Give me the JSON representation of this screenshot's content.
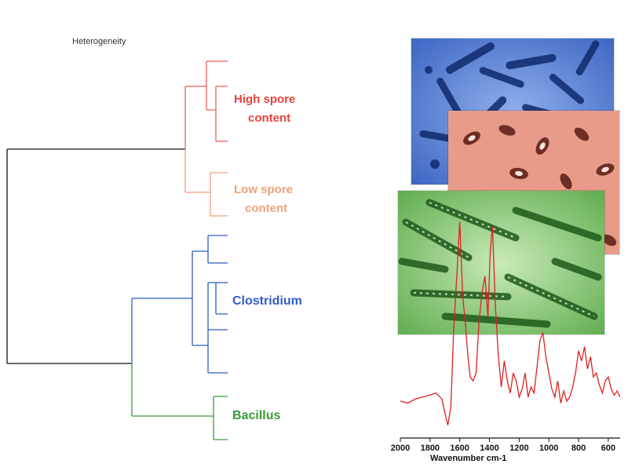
{
  "dendrogram": {
    "title": "Heterogeneity",
    "groups": [
      {
        "label_line1": "High spore",
        "label_line2": "content",
        "color": "#e8433a"
      },
      {
        "label_line1": "Low spore",
        "label_line2": "content",
        "color": "#f0a07a"
      },
      {
        "label_line1": "Clostridium",
        "label_line2": "",
        "color": "#2f5cc4"
      },
      {
        "label_line1": "Bacillus",
        "label_line2": "",
        "color": "#3a9a3a"
      }
    ],
    "root_color": "#111111"
  },
  "micrographs": [
    {
      "name": "blue-micrograph",
      "tint": "#4a72c9"
    },
    {
      "name": "red-micrograph",
      "tint": "#d9705a"
    },
    {
      "name": "green-micrograph",
      "tint": "#5fae4f"
    }
  ],
  "chart_data": {
    "type": "line",
    "xlabel": "Wavenumber cm-1",
    "x_ticks": [
      2000,
      1800,
      1600,
      1400,
      1200,
      1000,
      800,
      600
    ],
    "xlim": [
      2000,
      520
    ],
    "x_reversed": true,
    "series_color": "#e02020",
    "x": [
      2000,
      1950,
      1900,
      1850,
      1800,
      1760,
      1720,
      1700,
      1680,
      1660,
      1650,
      1640,
      1620,
      1600,
      1580,
      1560,
      1545,
      1530,
      1510,
      1490,
      1470,
      1450,
      1430,
      1410,
      1395,
      1380,
      1360,
      1340,
      1320,
      1300,
      1280,
      1260,
      1240,
      1220,
      1200,
      1180,
      1160,
      1140,
      1120,
      1100,
      1080,
      1060,
      1040,
      1020,
      1000,
      980,
      960,
      940,
      920,
      900,
      880,
      860,
      840,
      820,
      800,
      780,
      760,
      740,
      720,
      700,
      680,
      660,
      640,
      620,
      600,
      580,
      560,
      540,
      520
    ],
    "y": [
      0.08,
      0.07,
      0.09,
      0.1,
      0.11,
      0.12,
      0.09,
      0.02,
      -0.04,
      0.05,
      0.25,
      0.45,
      0.7,
      0.97,
      0.6,
      0.45,
      0.3,
      0.2,
      0.18,
      0.22,
      0.48,
      0.62,
      0.7,
      0.5,
      0.82,
      0.95,
      0.55,
      0.3,
      0.15,
      0.28,
      0.18,
      0.12,
      0.22,
      0.18,
      0.1,
      0.14,
      0.22,
      0.1,
      0.15,
      0.12,
      0.25,
      0.38,
      0.42,
      0.3,
      0.22,
      0.14,
      0.1,
      0.18,
      0.07,
      0.13,
      0.08,
      0.1,
      0.15,
      0.22,
      0.33,
      0.28,
      0.35,
      0.24,
      0.3,
      0.2,
      0.22,
      0.16,
      0.12,
      0.18,
      0.2,
      0.14,
      0.11,
      0.13,
      0.1
    ]
  }
}
